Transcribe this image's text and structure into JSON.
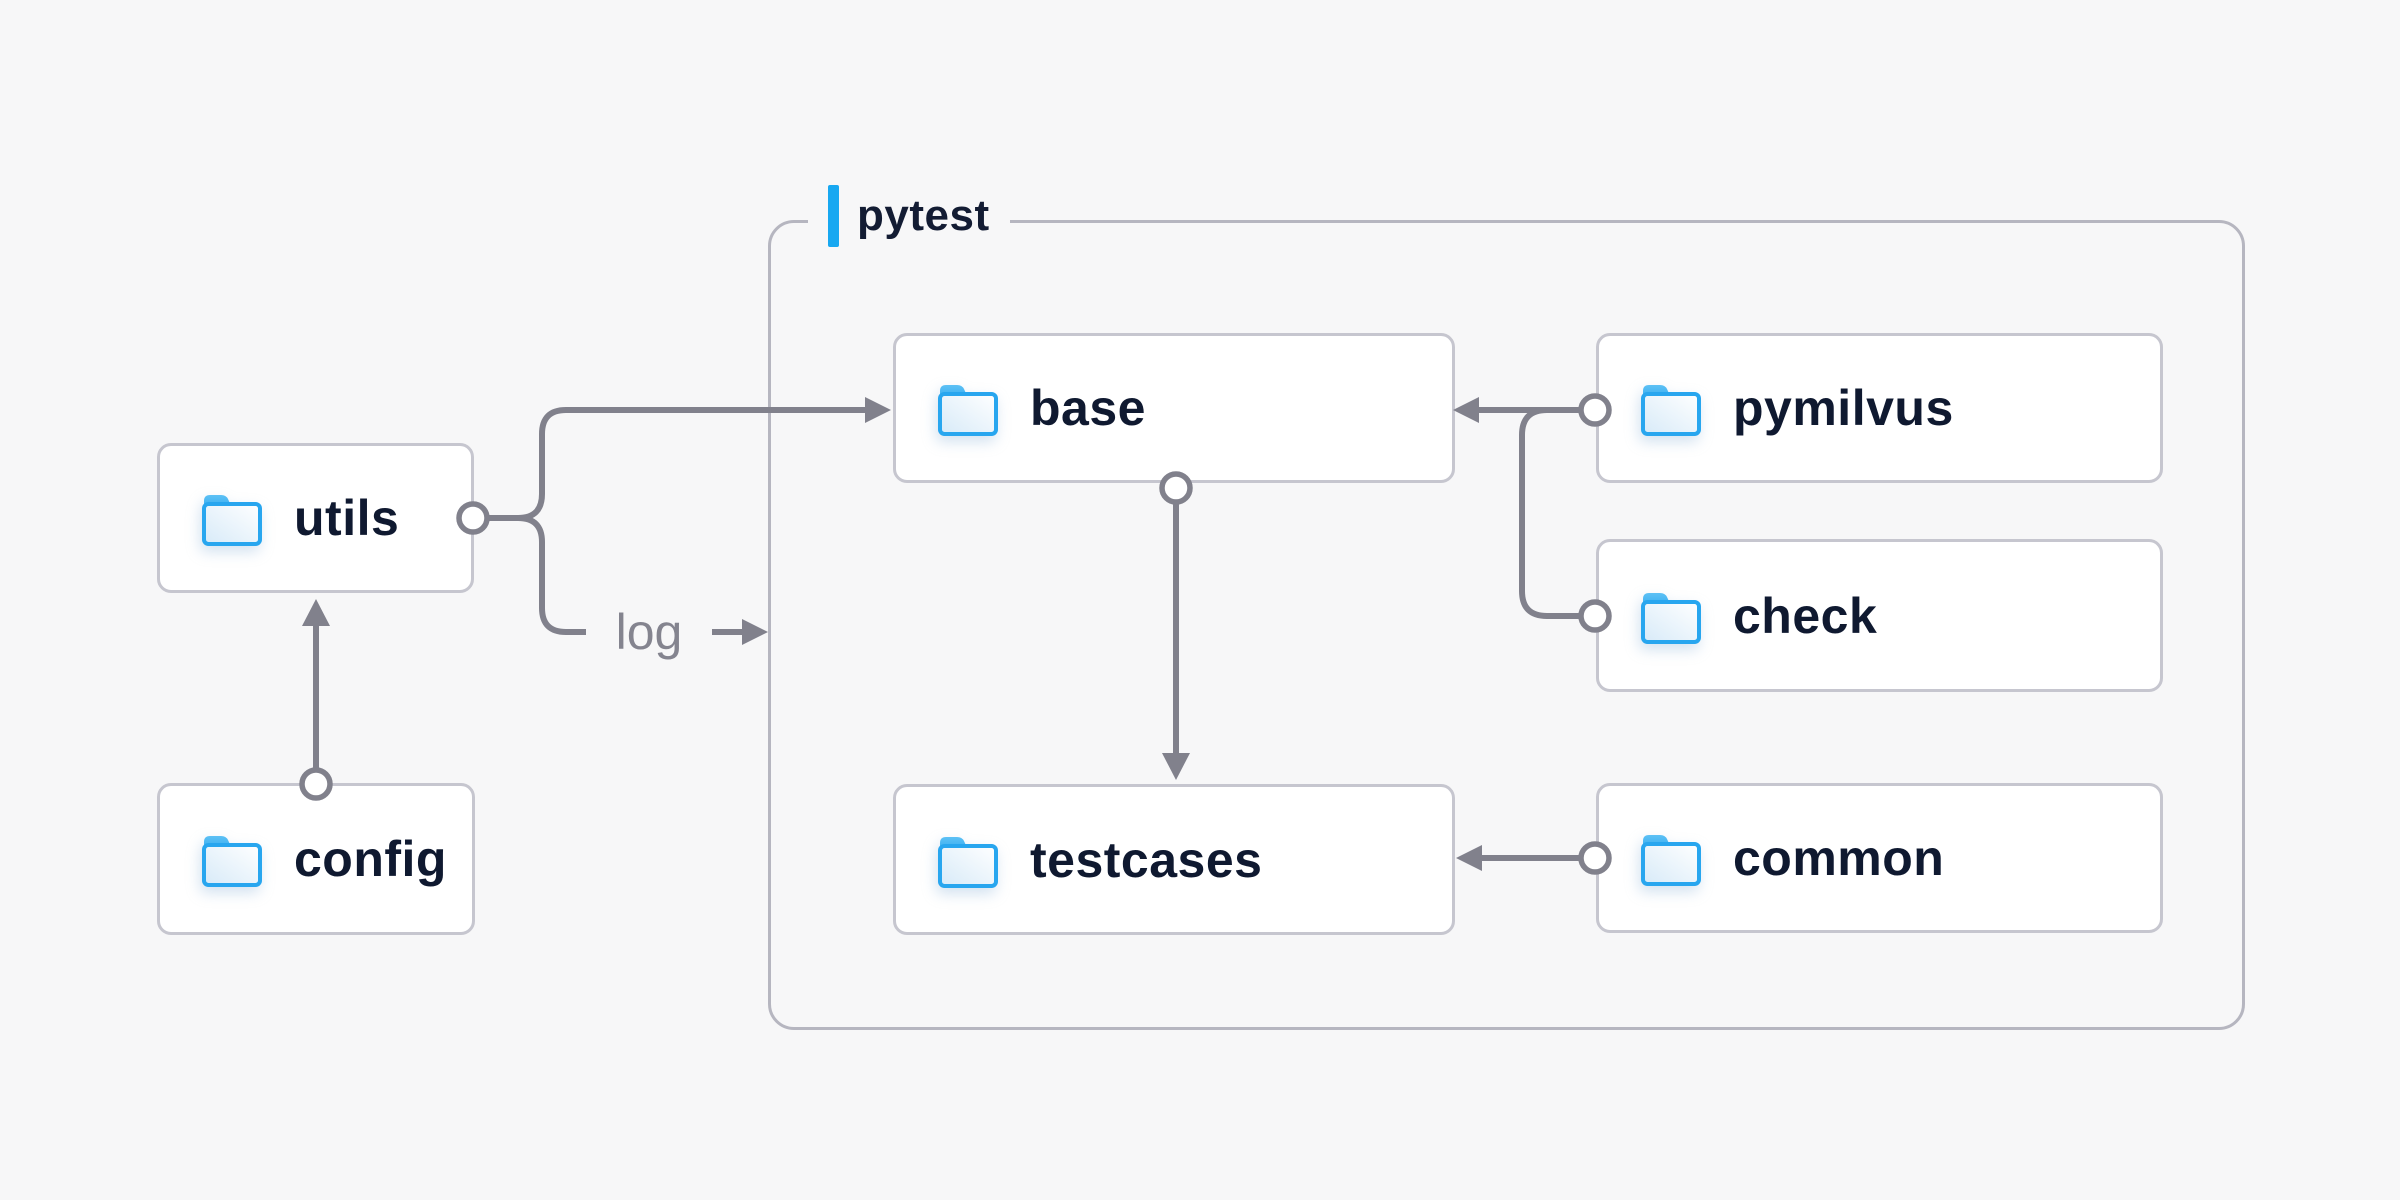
{
  "diagram": {
    "background_color": "#f7f7f8",
    "accent_color": "#18a8f1",
    "connector_color": "#81818c",
    "node_border_color": "#c6c6cf",
    "container_border_color": "#b6b6c0",
    "node_text_color": "#0f1930",
    "edge_label_color": "#84848f",
    "folder_icon_color": "#28a6ef",
    "container_label": "pytest",
    "edge_label": "log",
    "nodes": [
      {
        "id": "utils",
        "label": "utils",
        "inside_pytest": false
      },
      {
        "id": "config",
        "label": "config",
        "inside_pytest": false
      },
      {
        "id": "base",
        "label": "base",
        "inside_pytest": true
      },
      {
        "id": "pymilvus",
        "label": "pymilvus",
        "inside_pytest": true
      },
      {
        "id": "check",
        "label": "check",
        "inside_pytest": true
      },
      {
        "id": "testcases",
        "label": "testcases",
        "inside_pytest": true
      },
      {
        "id": "common",
        "label": "common",
        "inside_pytest": true
      }
    ],
    "edges": [
      {
        "from": "config",
        "to": "utils",
        "style": "arrow"
      },
      {
        "from": "utils",
        "to": "base",
        "style": "arrow"
      },
      {
        "from": "utils",
        "to": "log",
        "style": "labeled-arrow-into-pytest-box"
      },
      {
        "from": "base",
        "to": "testcases",
        "style": "arrow"
      },
      {
        "from": "pymilvus",
        "to": "base",
        "style": "arrow"
      },
      {
        "from": "pymilvus",
        "to": "check",
        "style": "branch"
      },
      {
        "from": "common",
        "to": "testcases",
        "style": "arrow"
      }
    ]
  }
}
